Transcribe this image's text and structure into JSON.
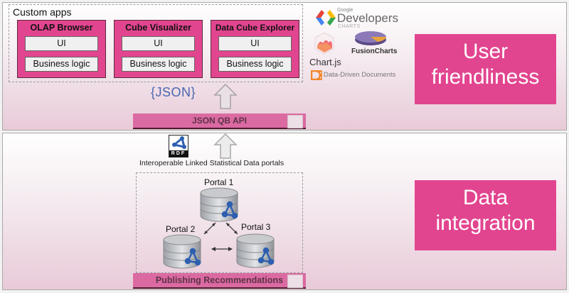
{
  "top_section": {
    "apps_group_title": "Custom apps",
    "apps": [
      {
        "title": "OLAP Browser",
        "layers": [
          "UI",
          "Business logic"
        ]
      },
      {
        "title": "Cube Visualizer",
        "layers": [
          "UI",
          "Business logic"
        ]
      },
      {
        "title": "Data Cube Explorer",
        "layers": [
          "UI",
          "Business logic"
        ]
      }
    ],
    "libraries": {
      "google_small": "Google",
      "google_main": "Developers",
      "google_sub": "CHARTS",
      "chartjs": "Chart.js",
      "fusioncharts": "FusionCharts",
      "d3": "Data-Driven Documents"
    },
    "json_logo": "{JSON}",
    "api_bar": "JSON QB API",
    "side_label_line1": "User",
    "side_label_line2": "friendliness"
  },
  "bottom_section": {
    "rdf_logo": "RDF",
    "portals_caption": "Interoperable Linked Statistical Data portals",
    "portals": [
      "Portal 1",
      "Portal 2",
      "Portal 3"
    ],
    "recommendations_bar": "Publishing Recommendations",
    "side_label_line1": "Data",
    "side_label_line2": "integration"
  },
  "colors": {
    "accent_pink": "#e2458f",
    "bar_pink": "#db6aa2"
  }
}
